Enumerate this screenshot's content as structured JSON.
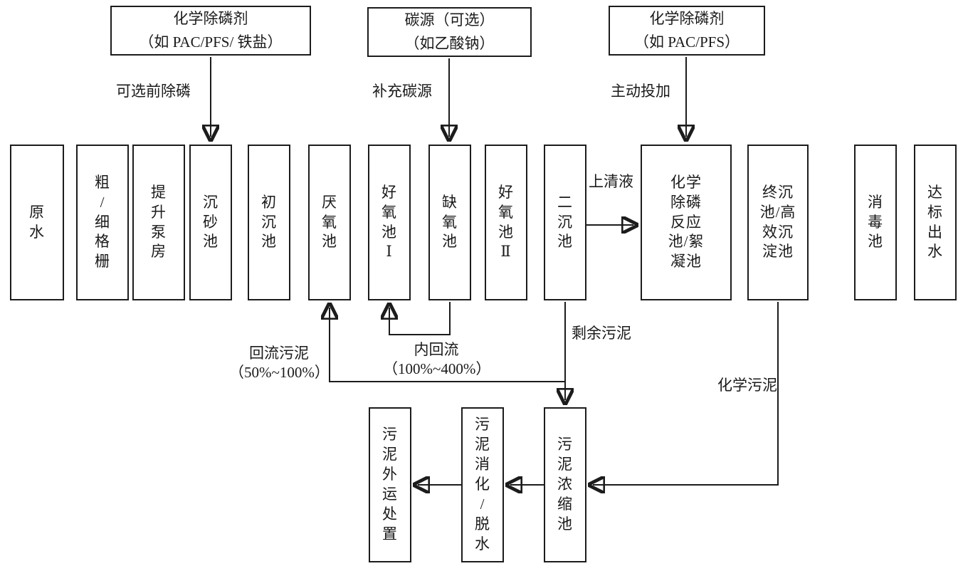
{
  "dosing": [
    {
      "box": "化学除磷剂\n（如 PAC/PFS/ 铁盐）",
      "arrow_label": "可选前除磷"
    },
    {
      "box": "碳源（可选）\n（如乙酸钠）",
      "arrow_label": "补充碳源"
    },
    {
      "box": "化学除磷剂\n（如 PAC/PFS）",
      "arrow_label": "主动投加"
    }
  ],
  "process": [
    {
      "label": "原\n水"
    },
    {
      "label": "粗\n/\n细\n格\n栅"
    },
    {
      "label": "提\n升\n泵\n房"
    },
    {
      "label": "沉\n砂\n池"
    },
    {
      "label": "初\n沉\n池"
    },
    {
      "label": "厌\n氧\n池"
    },
    {
      "label": "好\n氧\n池\nⅠ"
    },
    {
      "label": "缺\n氧\n池"
    },
    {
      "label": "好\n氧\n池\nⅡ"
    },
    {
      "label": "二\n沉\n池"
    },
    {
      "label": "化学\n除磷\n反应\n池/絮\n凝池"
    },
    {
      "label": "终沉\n池/高\n效沉\n淀池"
    },
    {
      "label": "消\n毒\n池"
    },
    {
      "label": "达\n标\n出\n水"
    }
  ],
  "sludge": [
    {
      "label": "污\n泥\n外\n运\n处\n置"
    },
    {
      "label": "污\n泥\n消\n化\n/\n脱\n水"
    },
    {
      "label": "污\n泥\n浓\n缩\n池"
    }
  ],
  "flows": {
    "supernatant": "上清液",
    "excess_sludge": "剩余污泥",
    "return_sludge": "回流污泥\n（50%~100%）",
    "internal_recycle": "内回流\n（100%~400%）",
    "chemical_sludge": "化学污泥"
  },
  "colors": {
    "line": "#1c1c1c",
    "background": "#ffffff"
  }
}
